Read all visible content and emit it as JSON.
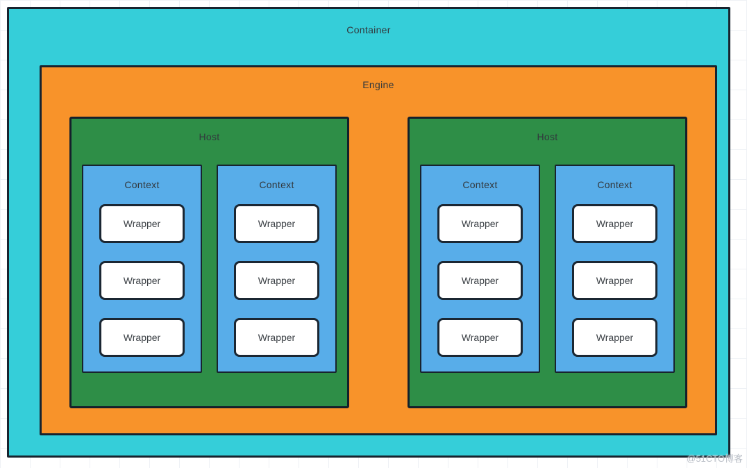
{
  "diagram": {
    "container": {
      "label": "Container"
    },
    "engine": {
      "label": "Engine"
    },
    "hosts": [
      {
        "label": "Host",
        "contexts": [
          {
            "label": "Context",
            "wrappers": [
              "Wrapper",
              "Wrapper",
              "Wrapper"
            ]
          },
          {
            "label": "Context",
            "wrappers": [
              "Wrapper",
              "Wrapper",
              "Wrapper"
            ]
          }
        ]
      },
      {
        "label": "Host",
        "contexts": [
          {
            "label": "Context",
            "wrappers": [
              "Wrapper",
              "Wrapper",
              "Wrapper"
            ]
          },
          {
            "label": "Context",
            "wrappers": [
              "Wrapper",
              "Wrapper",
              "Wrapper"
            ]
          }
        ]
      }
    ],
    "colors": {
      "container": "#35ced9",
      "engine": "#f8932a",
      "host": "#2e8e47",
      "context": "#58ade9",
      "wrapper": "#ffffff",
      "border": "#18232e",
      "label_text": "#32383d"
    }
  },
  "watermark": {
    "text": "@51CTO博客"
  }
}
